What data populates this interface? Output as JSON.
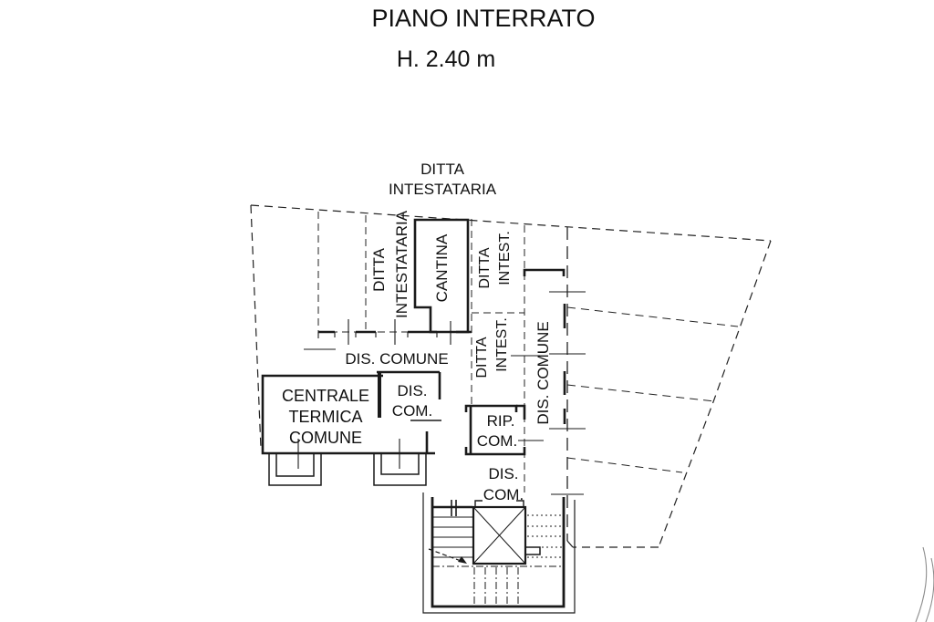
{
  "title": {
    "line1": "PIANO INTERRATO",
    "line2": "H. 2.40 m"
  },
  "labels": {
    "owner_top_line1": "DITTA",
    "owner_top_line2": "INTESTATARIA",
    "owner_vert_line1": "DITTA",
    "owner_vert_line2": "INTESTATARIA",
    "cantina": "CANTINA",
    "owner_r1_line1": "DITTA",
    "owner_r1_line2": "INTEST.",
    "owner_r2_line1": "DITTA",
    "owner_r2_line2": "INTEST.",
    "dis_comune_h": "DIS. COMUNE",
    "dis_comune_v": "DIS. COMUNE",
    "centrale_line1": "CENTRALE",
    "centrale_line2": "TERMICA",
    "centrale_line3": "COMUNE",
    "dis_com_1_line1": "DIS.",
    "dis_com_1_line2": "COM.",
    "rip_com_line1": "RIP.",
    "rip_com_line2": "COM.",
    "dis_com_2_line1": "DIS.",
    "dis_com_2_line2": "COM."
  },
  "colors": {
    "ink": "#1a1a1a",
    "faint": "#8c8c8c"
  }
}
